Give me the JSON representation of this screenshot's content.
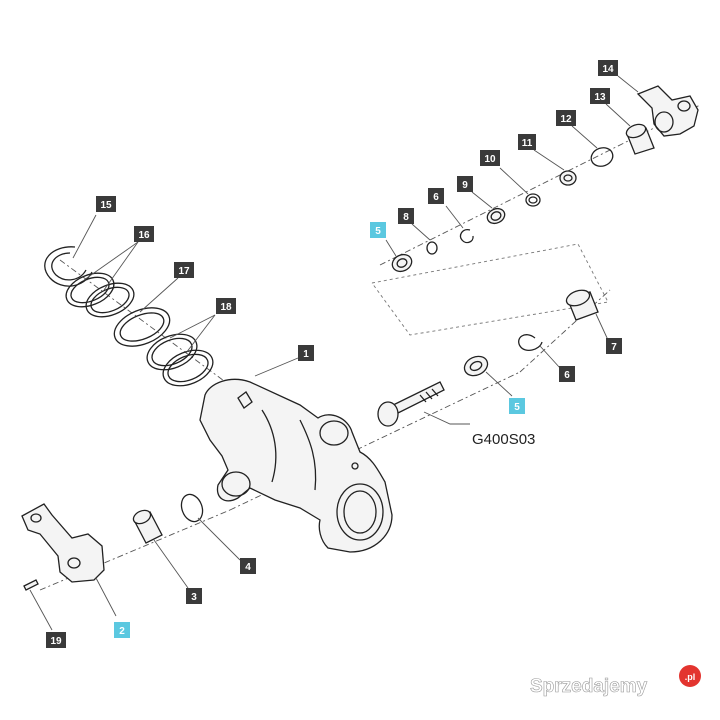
{
  "diagram": {
    "part_code": "G400S03",
    "callouts": [
      {
        "id": "c1",
        "text": "1",
        "style": "dark"
      },
      {
        "id": "c2",
        "text": "2",
        "style": "cyan"
      },
      {
        "id": "c3",
        "text": "3",
        "style": "dark"
      },
      {
        "id": "c4",
        "text": "4",
        "style": "dark"
      },
      {
        "id": "c5a",
        "text": "5",
        "style": "cyan"
      },
      {
        "id": "c5b",
        "text": "5",
        "style": "cyan"
      },
      {
        "id": "c6a",
        "text": "6",
        "style": "dark"
      },
      {
        "id": "c6b",
        "text": "6",
        "style": "dark"
      },
      {
        "id": "c7",
        "text": "7",
        "style": "dark"
      },
      {
        "id": "c8",
        "text": "8",
        "style": "dark"
      },
      {
        "id": "c9",
        "text": "9",
        "style": "dark"
      },
      {
        "id": "c10",
        "text": "10",
        "style": "dark"
      },
      {
        "id": "c11",
        "text": "11",
        "style": "dark"
      },
      {
        "id": "c12",
        "text": "12",
        "style": "dark"
      },
      {
        "id": "c13",
        "text": "13",
        "style": "dark"
      },
      {
        "id": "c14",
        "text": "14",
        "style": "dark"
      },
      {
        "id": "c15",
        "text": "15",
        "style": "dark"
      },
      {
        "id": "c16",
        "text": "16",
        "style": "dark"
      },
      {
        "id": "c17",
        "text": "17",
        "style": "dark"
      },
      {
        "id": "c18",
        "text": "18",
        "style": "dark"
      },
      {
        "id": "c19",
        "text": "19",
        "style": "dark"
      }
    ]
  },
  "watermark": {
    "text": "Sprzedajemy",
    "suffix": ".pl",
    "accent_color": "#e3342f"
  },
  "colors": {
    "label_dark": "#3a3a3a",
    "label_highlight": "#5bc8e0",
    "line": "#222222"
  }
}
